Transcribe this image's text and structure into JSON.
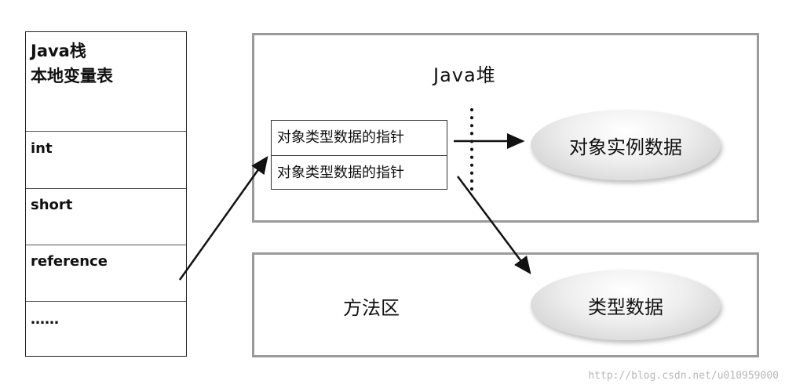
{
  "java_stack": {
    "title_line1": "Java栈",
    "title_line2": "本地变量表",
    "rows": [
      "int",
      "short",
      "reference",
      "……"
    ]
  },
  "java_heap": {
    "title": "Java堆",
    "pointer_rows": [
      "对象类型数据的指针",
      "对象类型数据的指针"
    ],
    "instance_data": "对象实例数据"
  },
  "method_area": {
    "title": "方法区",
    "type_data": "类型数据"
  },
  "watermark": "http://blog.csdn.net/u010959000"
}
